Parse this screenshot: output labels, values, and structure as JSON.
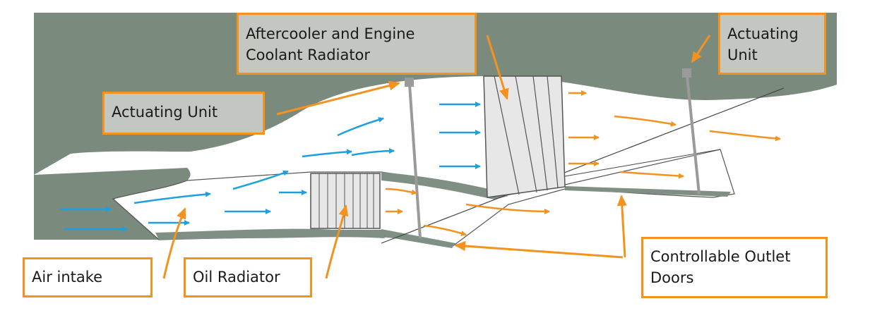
{
  "labels": {
    "aftercooler_line1": "Aftercooler and Engine",
    "aftercooler_line2": "Coolant Radiator",
    "actuating_unit_top_line1": "Actuating",
    "actuating_unit_top_line2": "Unit",
    "actuating_unit_left": "Actuating Unit",
    "air_intake": "Air intake",
    "oil_radiator": "Oil Radiator",
    "outlet_doors_line1": "Controllable Outlet",
    "outlet_doors_line2": "Doors"
  },
  "colors": {
    "fuselage": "#7a8b7e",
    "duct": "#ffffff",
    "radiator_fill": "#e7e7e7",
    "radiator_stroke": "#555555",
    "cool_air_arrow": "#1ea0dc",
    "hot_air_arrow": "#f4921f",
    "callout": "#f4921f",
    "label_grey_fill": "#c3c7c2",
    "door_fill": "#7f8f83"
  }
}
